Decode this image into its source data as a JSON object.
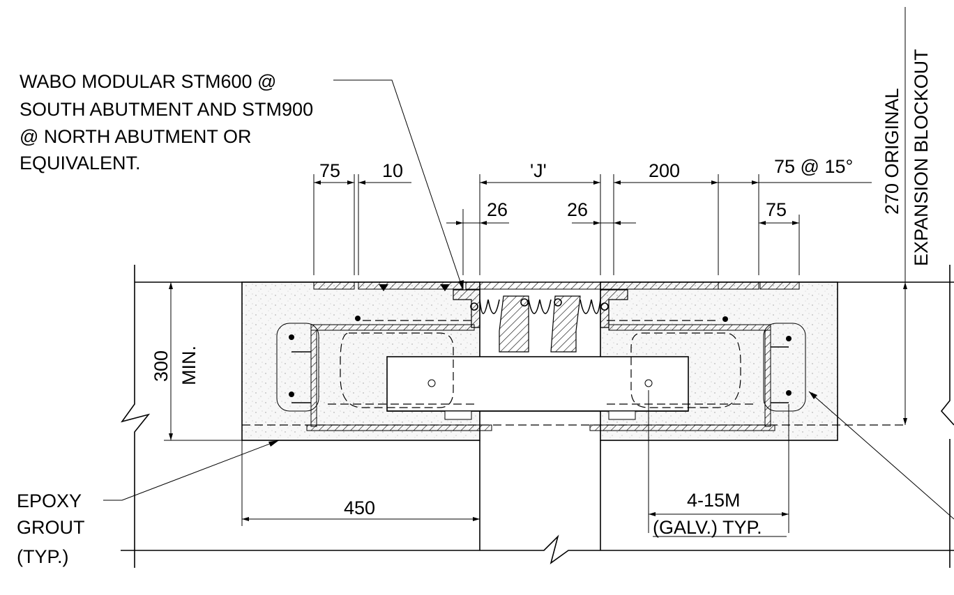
{
  "note": {
    "lines": [
      "WABO MODULAR STM600 @",
      "SOUTH ABUTMENT AND STM900",
      "@ NORTH ABUTMENT OR",
      "EQUIVALENT."
    ]
  },
  "epoxy": {
    "lines": [
      "EPOXY",
      "GROUT",
      "(TYP.)"
    ]
  },
  "dims": {
    "d75_left": "75",
    "d10": "10",
    "dJ": "'J'",
    "d200": "200",
    "d75_15": "75 @ 15°",
    "d26_left": "26",
    "d26_right": "26",
    "d75_right": "75",
    "d300": "300",
    "dmin": "MIN.",
    "d450": "450",
    "rebar_line1": "4-15M",
    "rebar_line2": "(GALV.) TYP."
  },
  "blockout": {
    "line1": "270 ORIGINAL",
    "line2": "EXPANSION BLOCKOUT"
  },
  "colors": {
    "line": "#000000",
    "concrete_fill": "#f4f4f4",
    "background": "#ffffff"
  }
}
